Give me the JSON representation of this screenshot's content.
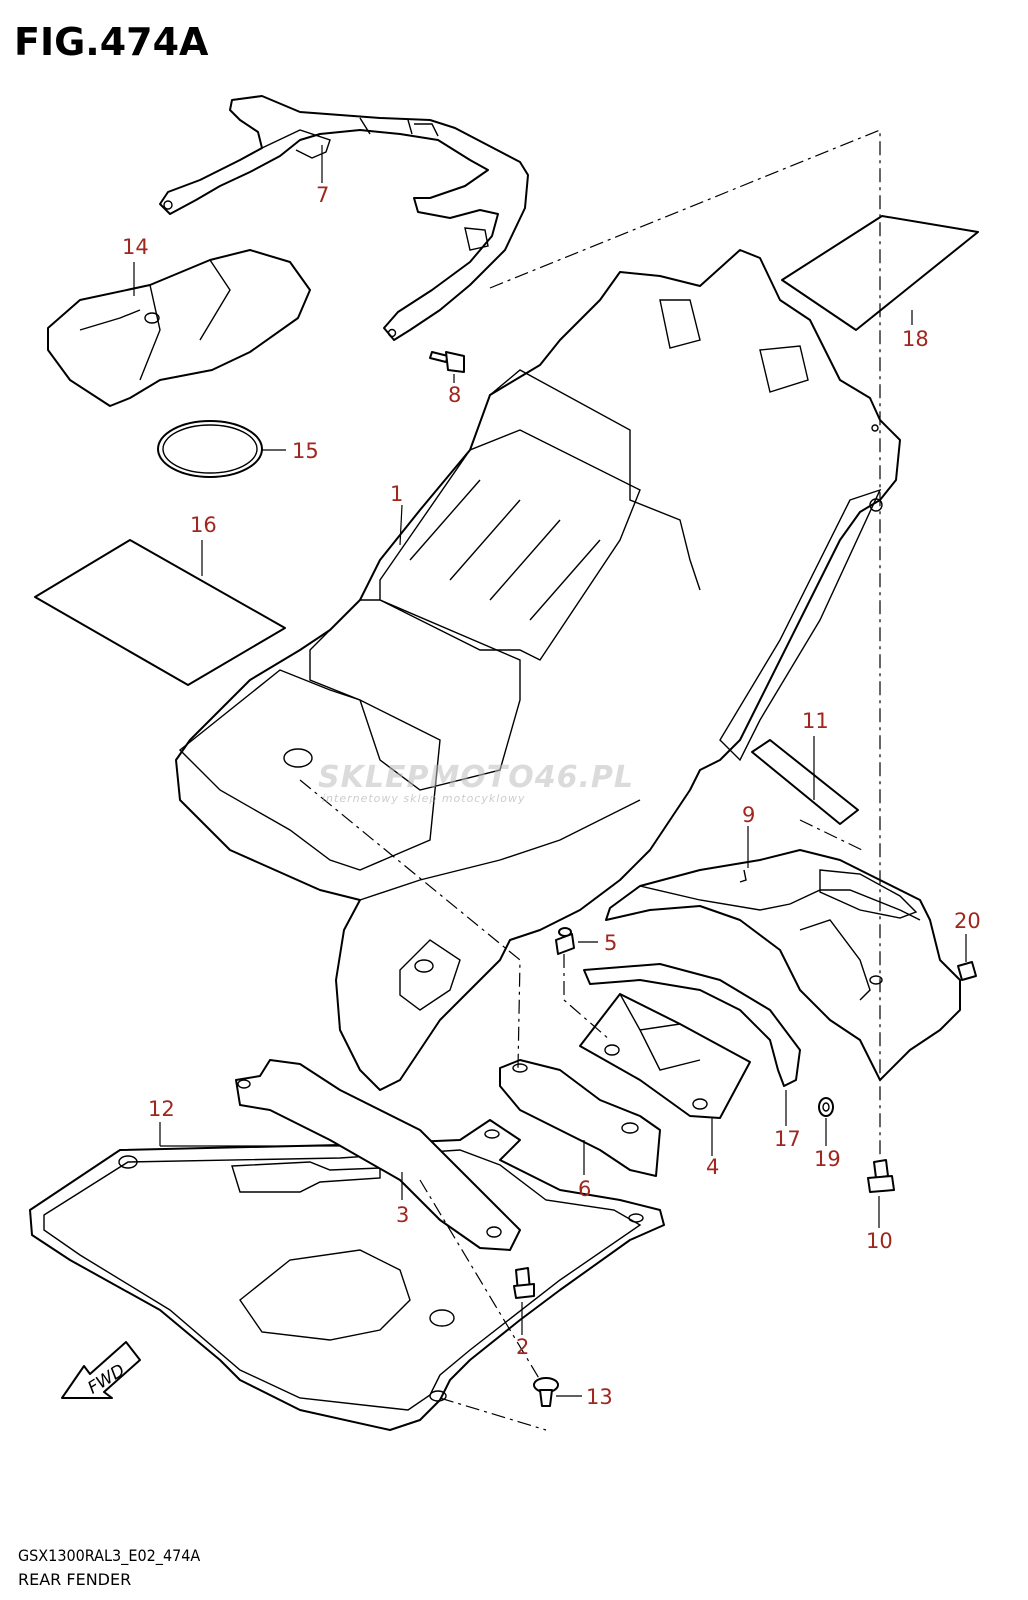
{
  "figure": {
    "title": "FIG.474A",
    "code": "GSX1300RAL3_E02_474A",
    "name": "REAR FENDER"
  },
  "watermark": {
    "brand": "SKLEPMOTO46.PL",
    "tagline": "internetowy sklep motocyklowy"
  },
  "callouts": [
    "1",
    "2",
    "3",
    "4",
    "5",
    "6",
    "7",
    "8",
    "9",
    "10",
    "11",
    "12",
    "13",
    "14",
    "15",
    "16",
    "17",
    "18",
    "19",
    "20"
  ],
  "fwd_label": "FWD",
  "colors": {
    "callout": "#a0261e",
    "line": "#000000"
  }
}
